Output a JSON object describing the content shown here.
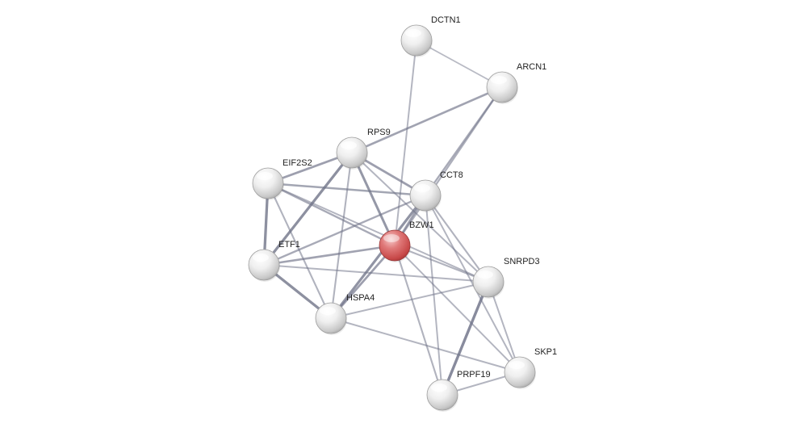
{
  "network": {
    "nodes": [
      {
        "id": "DCTN1",
        "label": "DCTN1",
        "query": false
      },
      {
        "id": "ARCN1",
        "label": "ARCN1",
        "query": false
      },
      {
        "id": "RPS9",
        "label": "RPS9",
        "query": false
      },
      {
        "id": "EIF2S2",
        "label": "EIF2S2",
        "query": false
      },
      {
        "id": "CCT8",
        "label": "CCT8",
        "query": false
      },
      {
        "id": "BZW1",
        "label": "BZW1",
        "query": true
      },
      {
        "id": "ETF1",
        "label": "ETF1",
        "query": false
      },
      {
        "id": "SNRPD3",
        "label": "SNRPD3",
        "query": false
      },
      {
        "id": "HSPA4",
        "label": "HSPA4",
        "query": false
      },
      {
        "id": "SKP1",
        "label": "SKP1",
        "query": false
      },
      {
        "id": "PRPF19",
        "label": "PRPF19",
        "query": false
      }
    ],
    "edges": [
      {
        "source": "DCTN1",
        "target": "ARCN1",
        "strength": 0.25
      },
      {
        "source": "DCTN1",
        "target": "BZW1",
        "strength": 0.3
      },
      {
        "source": "ARCN1",
        "target": "RPS9",
        "strength": 0.55
      },
      {
        "source": "ARCN1",
        "target": "CCT8",
        "strength": 0.45
      },
      {
        "source": "ARCN1",
        "target": "BZW1",
        "strength": 0.4
      },
      {
        "source": "RPS9",
        "target": "EIF2S2",
        "strength": 0.6
      },
      {
        "source": "RPS9",
        "target": "CCT8",
        "strength": 0.6
      },
      {
        "source": "RPS9",
        "target": "ETF1",
        "strength": 0.8
      },
      {
        "source": "RPS9",
        "target": "BZW1",
        "strength": 0.7
      },
      {
        "source": "RPS9",
        "target": "HSPA4",
        "strength": 0.35
      },
      {
        "source": "RPS9",
        "target": "SNRPD3",
        "strength": 0.3
      },
      {
        "source": "EIF2S2",
        "target": "ETF1",
        "strength": 0.8
      },
      {
        "source": "EIF2S2",
        "target": "CCT8",
        "strength": 0.5
      },
      {
        "source": "EIF2S2",
        "target": "BZW1",
        "strength": 0.45
      },
      {
        "source": "EIF2S2",
        "target": "HSPA4",
        "strength": 0.35
      },
      {
        "source": "EIF2S2",
        "target": "SNRPD3",
        "strength": 0.3
      },
      {
        "source": "CCT8",
        "target": "ETF1",
        "strength": 0.45
      },
      {
        "source": "CCT8",
        "target": "BZW1",
        "strength": 0.55
      },
      {
        "source": "CCT8",
        "target": "HSPA4",
        "strength": 0.75
      },
      {
        "source": "CCT8",
        "target": "SNRPD3",
        "strength": 0.35
      },
      {
        "source": "CCT8",
        "target": "PRPF19",
        "strength": 0.3
      },
      {
        "source": "CCT8",
        "target": "SKP1",
        "strength": 0.3
      },
      {
        "source": "BZW1",
        "target": "ETF1",
        "strength": 0.55
      },
      {
        "source": "BZW1",
        "target": "HSPA4",
        "strength": 0.6
      },
      {
        "source": "BZW1",
        "target": "SNRPD3",
        "strength": 0.35
      },
      {
        "source": "BZW1",
        "target": "PRPF19",
        "strength": 0.35
      },
      {
        "source": "BZW1",
        "target": "SKP1",
        "strength": 0.3
      },
      {
        "source": "ETF1",
        "target": "HSPA4",
        "strength": 0.8
      },
      {
        "source": "ETF1",
        "target": "SNRPD3",
        "strength": 0.3
      },
      {
        "source": "HSPA4",
        "target": "SNRPD3",
        "strength": 0.3
      },
      {
        "source": "HSPA4",
        "target": "SKP1",
        "strength": 0.3
      },
      {
        "source": "SNRPD3",
        "target": "PRPF19",
        "strength": 0.85
      },
      {
        "source": "SNRPD3",
        "target": "SKP1",
        "strength": 0.3
      },
      {
        "source": "PRPF19",
        "target": "SKP1",
        "strength": 0.3
      }
    ]
  },
  "colors": {
    "node_default": "#d9d9d9",
    "node_query": "#d35b5b",
    "edge": "#6e7287",
    "label": "#222222",
    "background": "#ffffff"
  }
}
